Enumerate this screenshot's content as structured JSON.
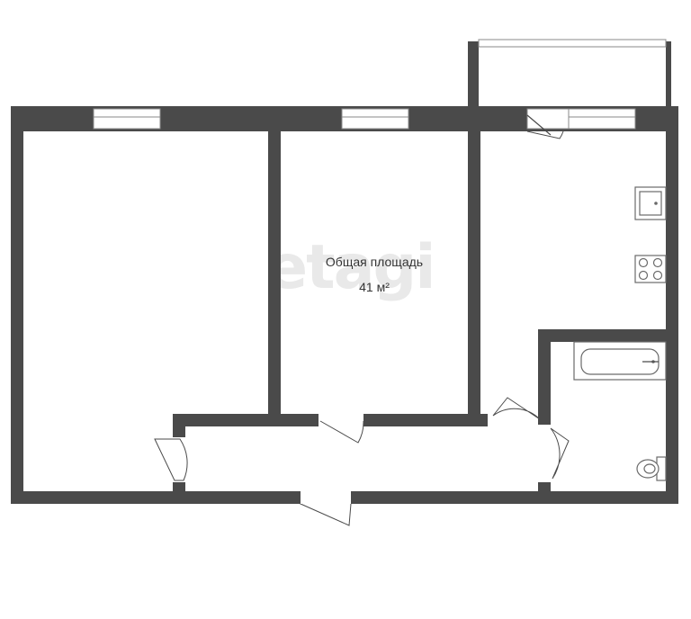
{
  "plan": {
    "area_label": "Общая площадь",
    "area_value": "41 м²",
    "watermark": "etagi"
  }
}
